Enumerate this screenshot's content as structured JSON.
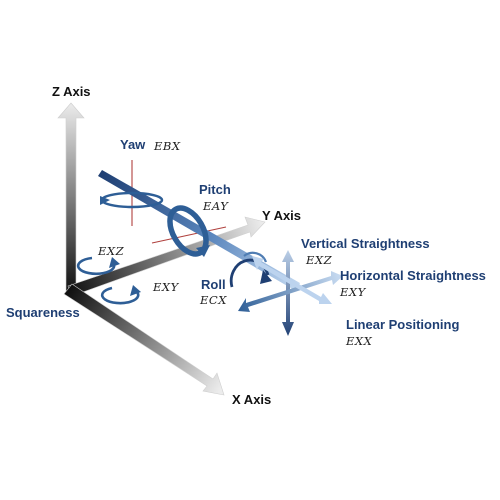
{
  "colors": {
    "axis_dark": "#111111",
    "axis_light": "#e4e4e4",
    "beam_blue": "#1f3f73",
    "beam_light": "#9fc0e6",
    "rotation_blue": "#2e5e96",
    "crosshair_red": "#b0413e",
    "label_dark": "#111111",
    "label_blue": "#1f3f73"
  },
  "axes": {
    "z": "Z Axis",
    "y": "Y Axis",
    "x": "X Axis"
  },
  "errors": {
    "yaw": {
      "label": "Yaw",
      "symbol": "EBX"
    },
    "pitch": {
      "label": "Pitch",
      "symbol": "EAY"
    },
    "roll": {
      "label": "Roll",
      "symbol": "ECX"
    },
    "squareness": {
      "label": "Squareness",
      "symbol_a": "EXZ",
      "symbol_b": "EXY"
    },
    "vertical_straightness": {
      "label": "Vertical Straightness",
      "symbol": "EXZ"
    },
    "horizontal_straightness": {
      "label": "Horizontal Straightness",
      "symbol": "EXY"
    },
    "linear_positioning": {
      "label": "Linear Positioning",
      "symbol": "EXX"
    }
  }
}
